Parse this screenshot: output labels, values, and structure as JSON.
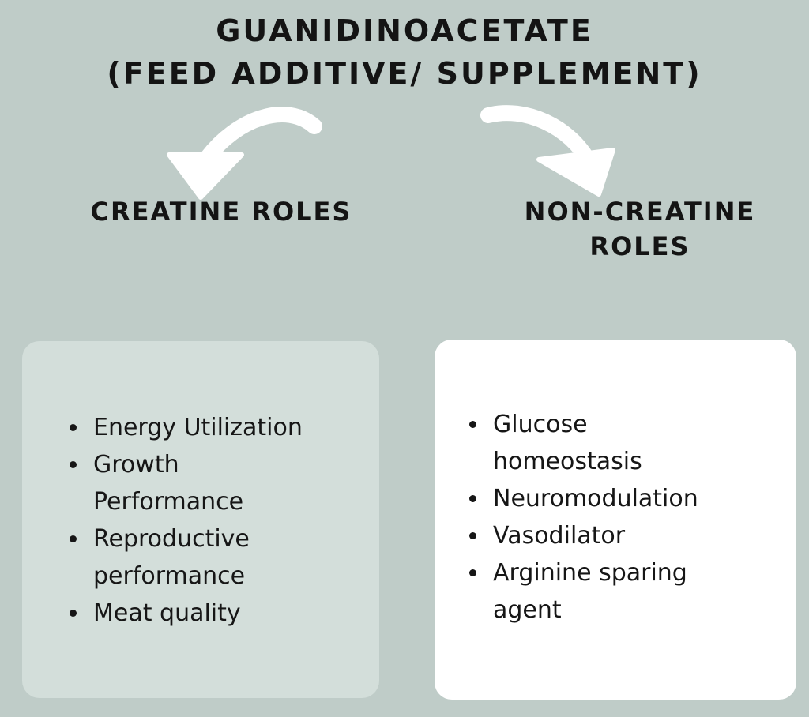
{
  "title": {
    "line1": "GUANIDINOACETATE",
    "line2": "(FEED ADDITIVE/ SUPPLEMENT)"
  },
  "creatine": {
    "heading": "CREATINE ROLES",
    "items": [
      {
        "line1": "Energy Utilization",
        "line2": ""
      },
      {
        "line1": "Growth",
        "line2": "Performance"
      },
      {
        "line1": "Reproductive",
        "line2": "performance"
      },
      {
        "line1": "Meat quality",
        "line2": ""
      }
    ]
  },
  "non_creatine": {
    "heading_line1": "NON-CREATINE",
    "heading_line2": "ROLES",
    "items": [
      {
        "line1": "Glucose",
        "line2": "homeostasis"
      },
      {
        "line1": "Neuromodulation",
        "line2": ""
      },
      {
        "line1": "Vasodilator",
        "line2": ""
      },
      {
        "line1": "Arginine sparing",
        "line2": "agent"
      }
    ]
  },
  "colors": {
    "background": "#bfccc8",
    "left_box": "#d3deda",
    "right_box": "#ffffff",
    "arrow": "#ffffff",
    "text": "#141414"
  },
  "icons": [
    "curved-arrow-left-icon",
    "curved-arrow-right-icon"
  ]
}
